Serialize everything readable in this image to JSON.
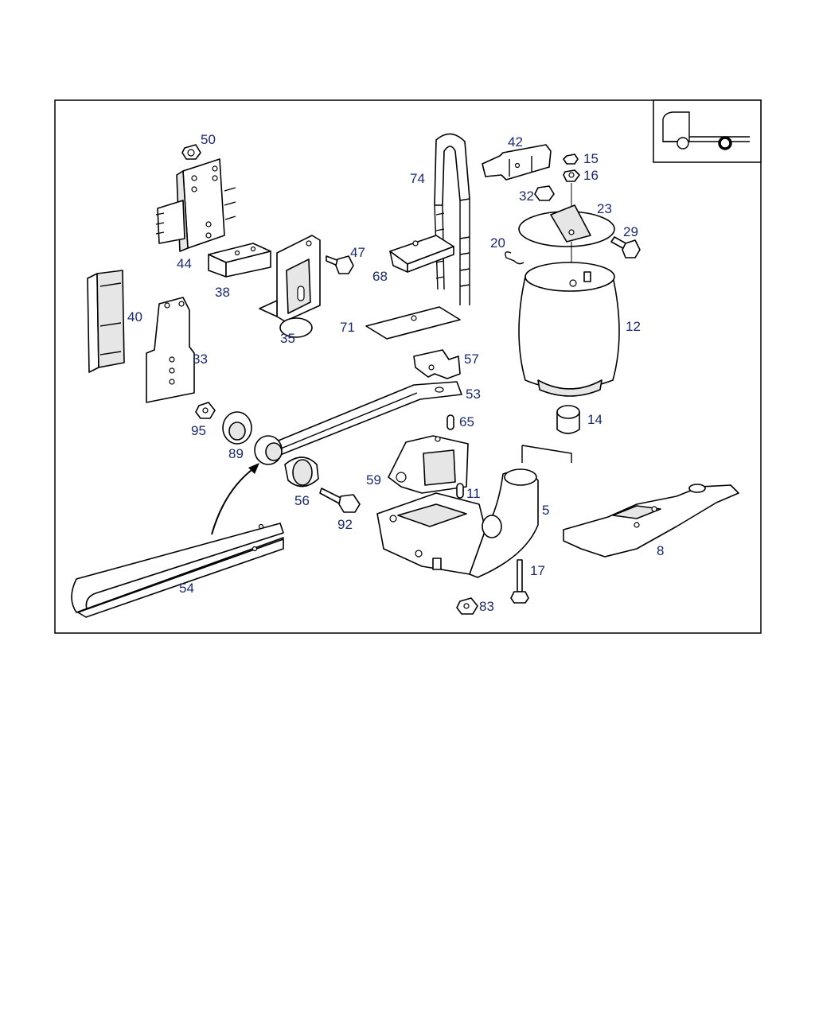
{
  "diagram": {
    "callouts": [
      "50",
      "44",
      "38",
      "35",
      "47",
      "40",
      "33",
      "74",
      "68",
      "71",
      "42",
      "15",
      "16",
      "32",
      "23",
      "29",
      "20",
      "12",
      "57",
      "53",
      "14",
      "65",
      "59",
      "11",
      "5",
      "95",
      "89",
      "56",
      "92",
      "8",
      "17",
      "54",
      "83"
    ],
    "vehicle_icon": "truck-rear-axle-icon"
  }
}
